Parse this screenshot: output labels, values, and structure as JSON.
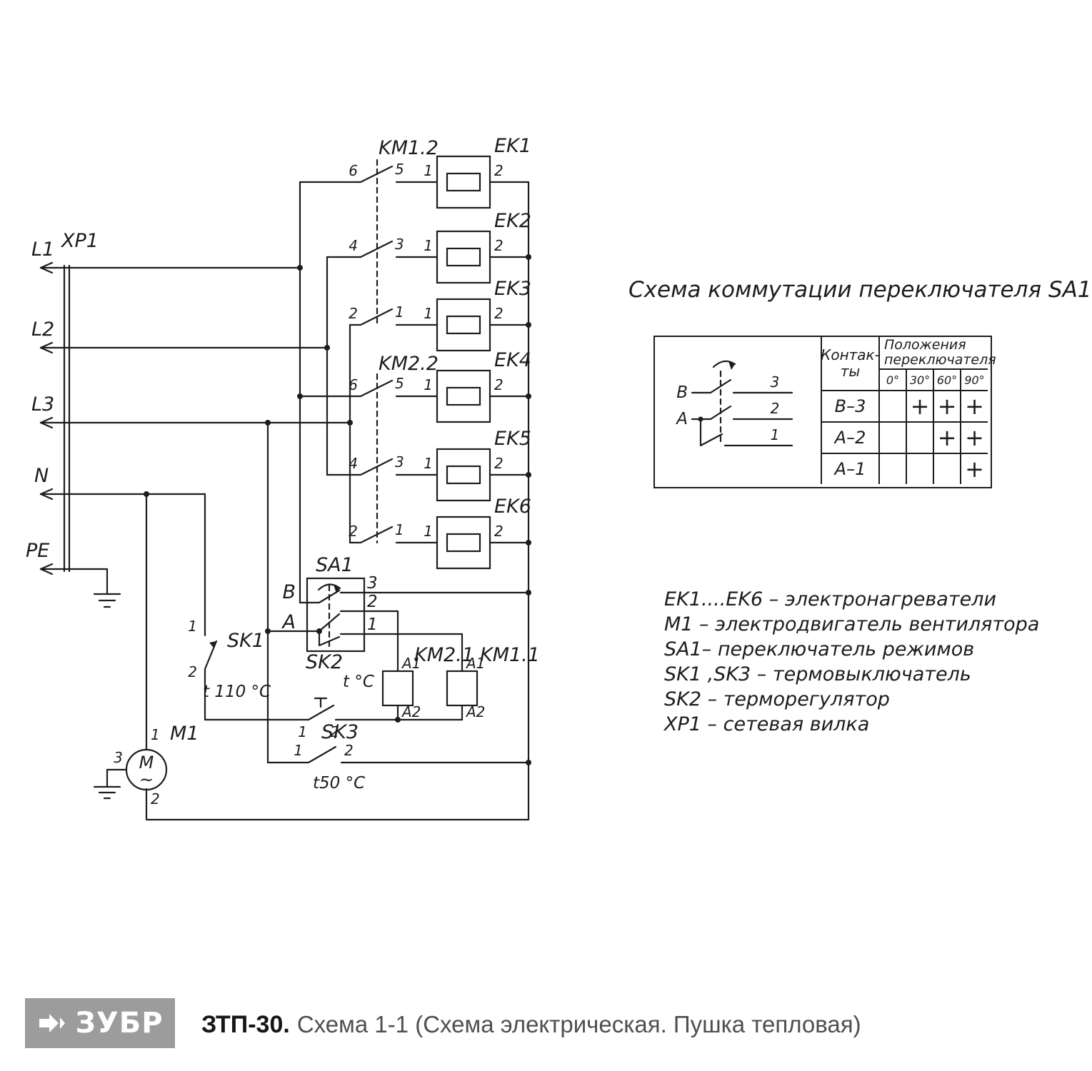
{
  "diagram": {
    "xp1": "XP1",
    "lines": {
      "l1": "L1",
      "l2": "L2",
      "l3": "L3",
      "n": "N",
      "pe": "PE"
    },
    "km12": "KM1.2",
    "km22": "KM2.2",
    "ek": [
      "EK1",
      "EK2",
      "EK3",
      "EK4",
      "EK5",
      "EK6"
    ],
    "pin": {
      "1": "1",
      "2": "2",
      "3": "3",
      "4": "4",
      "5": "5",
      "6": "6"
    },
    "sa1": {
      "label": "SA1",
      "b": "B",
      "a": "A",
      "out3": "3",
      "out2": "2",
      "out1": "1"
    },
    "sk1": {
      "label": "SK1",
      "pin1": "1",
      "pin2": "2",
      "temp": "t 110 °C"
    },
    "sk2": {
      "label": "SK2",
      "pin1": "1",
      "pin2": "2",
      "temp": "t °C"
    },
    "sk3": {
      "label": "SK3",
      "pin1": "1",
      "pin2": "2",
      "temp": "t50 °C"
    },
    "km21": {
      "label": "KM2.1",
      "a1": "A1",
      "a2": "A2"
    },
    "km11": {
      "label": "KM1.1",
      "a1": "A1",
      "a2": "A2"
    },
    "m1": {
      "label": "M1",
      "letter": "M",
      "wave": "~",
      "pin1": "1",
      "pin2": "2",
      "pin3": "3"
    }
  },
  "switch_table": {
    "title": "Схема коммутации переключателя SA1",
    "mini": {
      "b": "B",
      "a": "A",
      "n3": "3",
      "n2": "2",
      "n1": "1"
    },
    "contacts_header": [
      "Контак-",
      "ты"
    ],
    "positions_header": [
      "Положения",
      "переключателя"
    ],
    "angles": [
      "0°",
      "30°",
      "60°",
      "90°"
    ],
    "rows": [
      {
        "label": "В–3",
        "marks": [
          "",
          "+",
          "+",
          "+"
        ]
      },
      {
        "label": "А–2",
        "marks": [
          "",
          "",
          "+",
          "+"
        ]
      },
      {
        "label": "А–1",
        "marks": [
          "",
          "",
          "",
          "+"
        ]
      }
    ]
  },
  "legend": {
    "items": [
      "EK1....EK6 – электронагреватели",
      "M1 – электродвигатель вентилятора",
      "SA1– переключатель режимов",
      "SK1 ,SK3  – термовыключатель",
      "SK2 – терморегулятор",
      "XP1 – сетевая вилка"
    ]
  },
  "footer": {
    "logo": "ЗУБР",
    "model": "ЗТП-30.",
    "caption": "Схема 1-1 (Схема электрическая. Пушка тепловая)"
  }
}
